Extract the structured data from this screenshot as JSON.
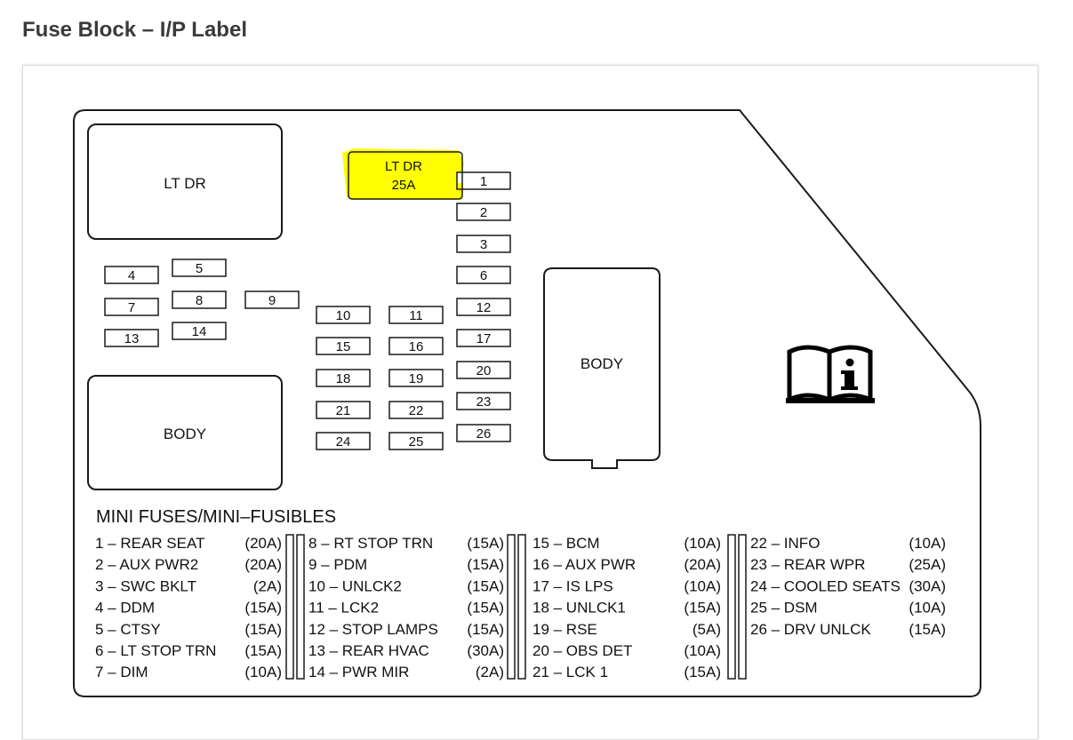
{
  "page": {
    "title": "Fuse Block – I/P Label"
  },
  "blocks": {
    "lt_dr_relay": "LT DR",
    "body_relay_left": "BODY",
    "body_relay_right": "BODY",
    "highlight_line1": "LT DR",
    "highlight_line2": "25A",
    "highlight_color": "#ffff00"
  },
  "fuse_numbers": [
    "1",
    "2",
    "3",
    "6",
    "12",
    "17",
    "20",
    "23",
    "26",
    "4",
    "5",
    "7",
    "8",
    "9",
    "13",
    "14",
    "10",
    "11",
    "15",
    "16",
    "18",
    "19",
    "21",
    "22",
    "24",
    "25"
  ],
  "legend": {
    "heading": "MINI FUSES/MINI–FUSIBLES",
    "columns": [
      [
        {
          "name": "1 – REAR SEAT",
          "amps": "(20A)"
        },
        {
          "name": "2 – AUX PWR2",
          "amps": "(20A)"
        },
        {
          "name": "3 – SWC BKLT",
          "amps": "(2A)"
        },
        {
          "name": "4 – DDM",
          "amps": "(15A)"
        },
        {
          "name": "5 – CTSY",
          "amps": "(15A)"
        },
        {
          "name": "6 – LT STOP TRN",
          "amps": "(15A)"
        },
        {
          "name": "7 – DIM",
          "amps": "(10A)"
        }
      ],
      [
        {
          "name": "8 – RT STOP TRN",
          "amps": "(15A)"
        },
        {
          "name": "9 – PDM",
          "amps": "(15A)"
        },
        {
          "name": "10 – UNLCK2",
          "amps": "(15A)"
        },
        {
          "name": "11 – LCK2",
          "amps": "(15A)"
        },
        {
          "name": "12 – STOP LAMPS",
          "amps": "(15A)"
        },
        {
          "name": "13 – REAR HVAC",
          "amps": "(30A)"
        },
        {
          "name": "14 – PWR MIR",
          "amps": "(2A)"
        }
      ],
      [
        {
          "name": "15 – BCM",
          "amps": "(10A)"
        },
        {
          "name": "16 – AUX PWR",
          "amps": "(20A)"
        },
        {
          "name": "17 – IS LPS",
          "amps": "(10A)"
        },
        {
          "name": "18 – UNLCK1",
          "amps": "(15A)"
        },
        {
          "name": "19 – RSE",
          "amps": "(5A)"
        },
        {
          "name": "20 – OBS DET",
          "amps": "(10A)"
        },
        {
          "name": "21 – LCK 1",
          "amps": "(15A)"
        }
      ],
      [
        {
          "name": "22 – INFO",
          "amps": "(10A)"
        },
        {
          "name": "23 – REAR WPR",
          "amps": "(25A)"
        },
        {
          "name": "24 – COOLED SEATS",
          "amps": "(30A)"
        },
        {
          "name": "25 – DSM",
          "amps": "(10A)"
        },
        {
          "name": "26 – DRV UNLCK",
          "amps": "(15A)"
        }
      ]
    ]
  },
  "icons": {
    "manual": "owners-manual-info-icon"
  }
}
